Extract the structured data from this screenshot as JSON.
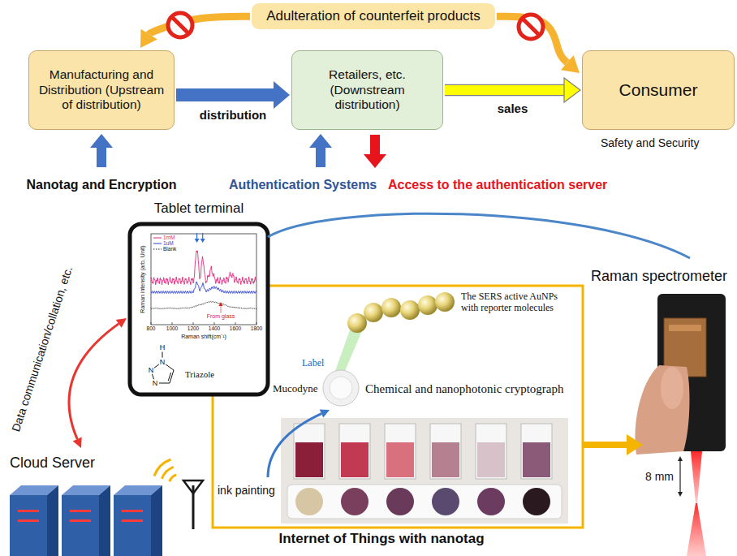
{
  "diagram": {
    "nodes": [
      {
        "text": [
          "Adulteration of counterfeit products"
        ]
      },
      {
        "text": [
          "Manufacturing and Distribution (Upstream of distribution)"
        ]
      },
      {
        "text": [
          "Retailers, etc. (Downstream distribution)"
        ]
      },
      {
        "text": [
          "Consumer"
        ]
      }
    ],
    "edges": [
      {
        "from": 1,
        "to": 2,
        "label": "distribution",
        "arrow": "to"
      },
      {
        "from": 2,
        "to": 3,
        "label": "sales",
        "arrow": "to"
      },
      {
        "from": 0,
        "to": 1,
        "arrow": "to"
      },
      {
        "from": 0,
        "to": 3,
        "arrow": "to"
      }
    ],
    "labels": [
      "Safety and Security",
      "Nanotag and Encryption",
      "Authentication Systems",
      "Access to the authentication server",
      "Tablet terminal",
      "Raman intensity (arb. Unit)",
      "800",
      "1000",
      "1200",
      "1400",
      "1600",
      "1800",
      "Raman shift(cm⁻¹)",
      "From glass",
      "H",
      "N",
      "N",
      "N",
      "Triazole",
      "Raman spectrometer",
      "Data communication/collation, etc.",
      "Cloud Server",
      "The SERS active AuNPs with reporter molecules",
      "Label",
      "Mucodyne",
      "Chemical and nanophotonic cryptograph",
      "ink painting",
      "8 mm",
      "Internet of Things with nanotag"
    ],
    "legend": [
      {
        "text": "1mM"
      },
      {
        "text": "1uM"
      },
      {
        "text": "Blank"
      }
    ]
  }
}
